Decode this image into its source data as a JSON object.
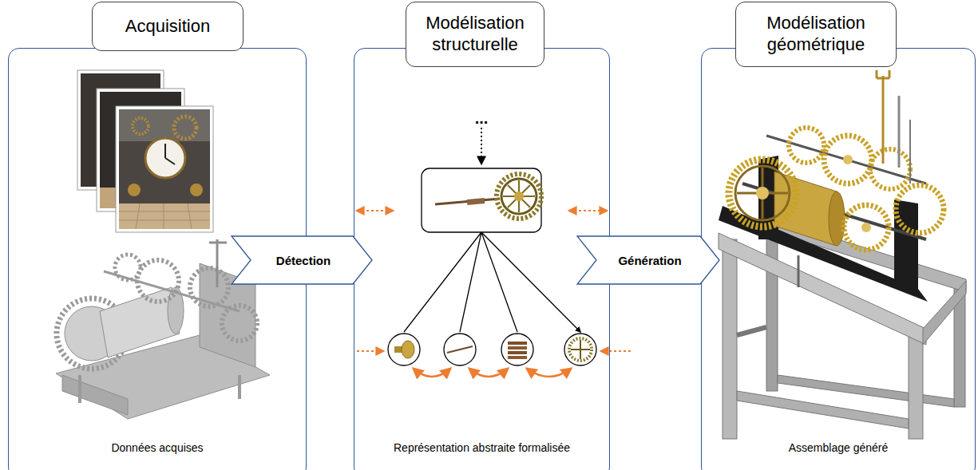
{
  "diagram": {
    "nodes": [
      {
        "text": [
          "Acquisition"
        ]
      },
      {
        "text": [
          "Modélisation structurelle"
        ]
      },
      {
        "text": [
          "Modélisation géométrique"
        ]
      },
      {
        "text": [
          "Détection"
        ]
      },
      {
        "text": [
          "Génération"
        ]
      },
      {
        "text": [
          "Données acquises"
        ]
      },
      {
        "text": [
          "Représentation abstraite formalisée"
        ]
      },
      {
        "text": [
          "Assemblage généré"
        ]
      }
    ],
    "labels": [
      "..."
    ]
  }
}
